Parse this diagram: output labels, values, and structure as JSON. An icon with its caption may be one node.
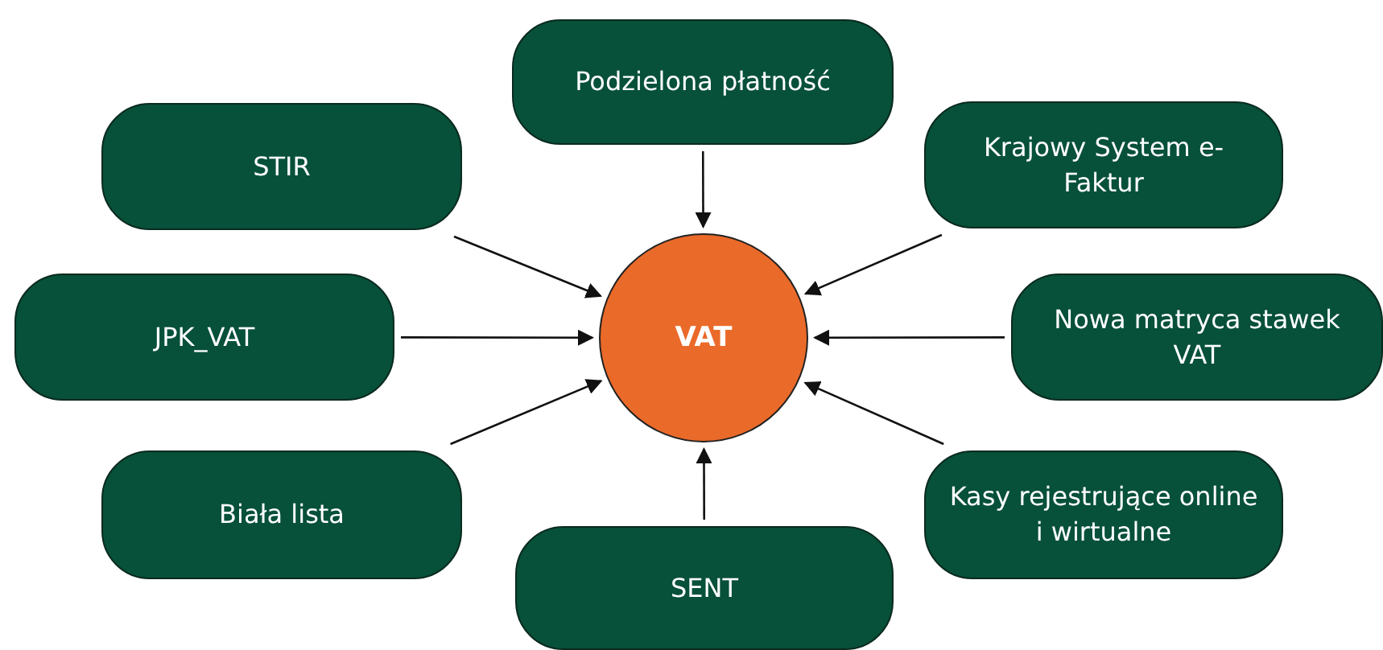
{
  "diagram": {
    "nodes": [
      {
        "text": [
          "Podzielona płatność"
        ]
      },
      {
        "text": [
          "STIR"
        ]
      },
      {
        "text": [
          "Krajowy System e-Faktur"
        ]
      },
      {
        "text": [
          "JPK_VAT"
        ]
      },
      {
        "text": [
          "VAT"
        ]
      },
      {
        "text": [
          "Nowa matryca stawek VAT"
        ]
      },
      {
        "text": [
          "Biała lista"
        ]
      },
      {
        "text": [
          "Kasy rejestrujące online i wirtualne"
        ]
      },
      {
        "text": [
          "SENT"
        ]
      }
    ],
    "edges": [
      {
        "from": 0,
        "to": 4,
        "arrow": "to"
      },
      {
        "from": 1,
        "to": 4,
        "arrow": "to"
      },
      {
        "from": 2,
        "to": 4,
        "arrow": "to"
      },
      {
        "from": 3,
        "to": 4,
        "arrow": "to"
      },
      {
        "from": 5,
        "to": 4,
        "arrow": "to"
      },
      {
        "from": 6,
        "to": 4,
        "arrow": "to"
      },
      {
        "from": 7,
        "to": 4,
        "arrow": "to"
      },
      {
        "from": 8,
        "to": 4,
        "arrow": "to"
      }
    ]
  }
}
